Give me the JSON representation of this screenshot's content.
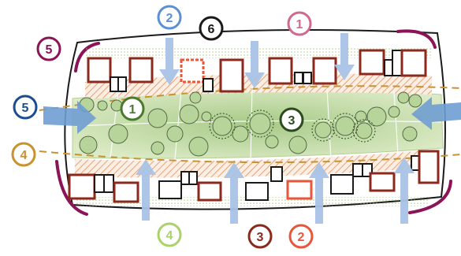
{
  "diagram": {
    "markers": [
      {
        "id": "m-top-2",
        "label": "2",
        "color": "#5b8fd6"
      },
      {
        "id": "m-top-6",
        "label": "6",
        "color": "#1a1a1a"
      },
      {
        "id": "m-top-1",
        "label": "1",
        "color": "#d0698f"
      },
      {
        "id": "m-left-5-top",
        "label": "5",
        "color": "#8a1457"
      },
      {
        "id": "m-left-5",
        "label": "5",
        "color": "#1b4d91"
      },
      {
        "id": "m-left-4",
        "label": "4",
        "color": "#c8922e"
      },
      {
        "id": "m-park-1",
        "label": "1",
        "color": "#4a7a2e"
      },
      {
        "id": "m-park-3",
        "label": "3",
        "color": "#2c4a1e"
      },
      {
        "id": "m-bottom-4",
        "label": "4",
        "color": "#a9d36a"
      },
      {
        "id": "m-bottom-3",
        "label": "3",
        "color": "#8b2a1c"
      },
      {
        "id": "m-bottom-2",
        "label": "2",
        "color": "#e8573a"
      }
    ],
    "colors": {
      "building": "#8b2a1c",
      "park_fill": "#d8e8c0",
      "park_core": "#a7c987",
      "axis_dash": "#c8922e",
      "arrow": "#a9c3e6",
      "frame": "#8a1457"
    }
  }
}
